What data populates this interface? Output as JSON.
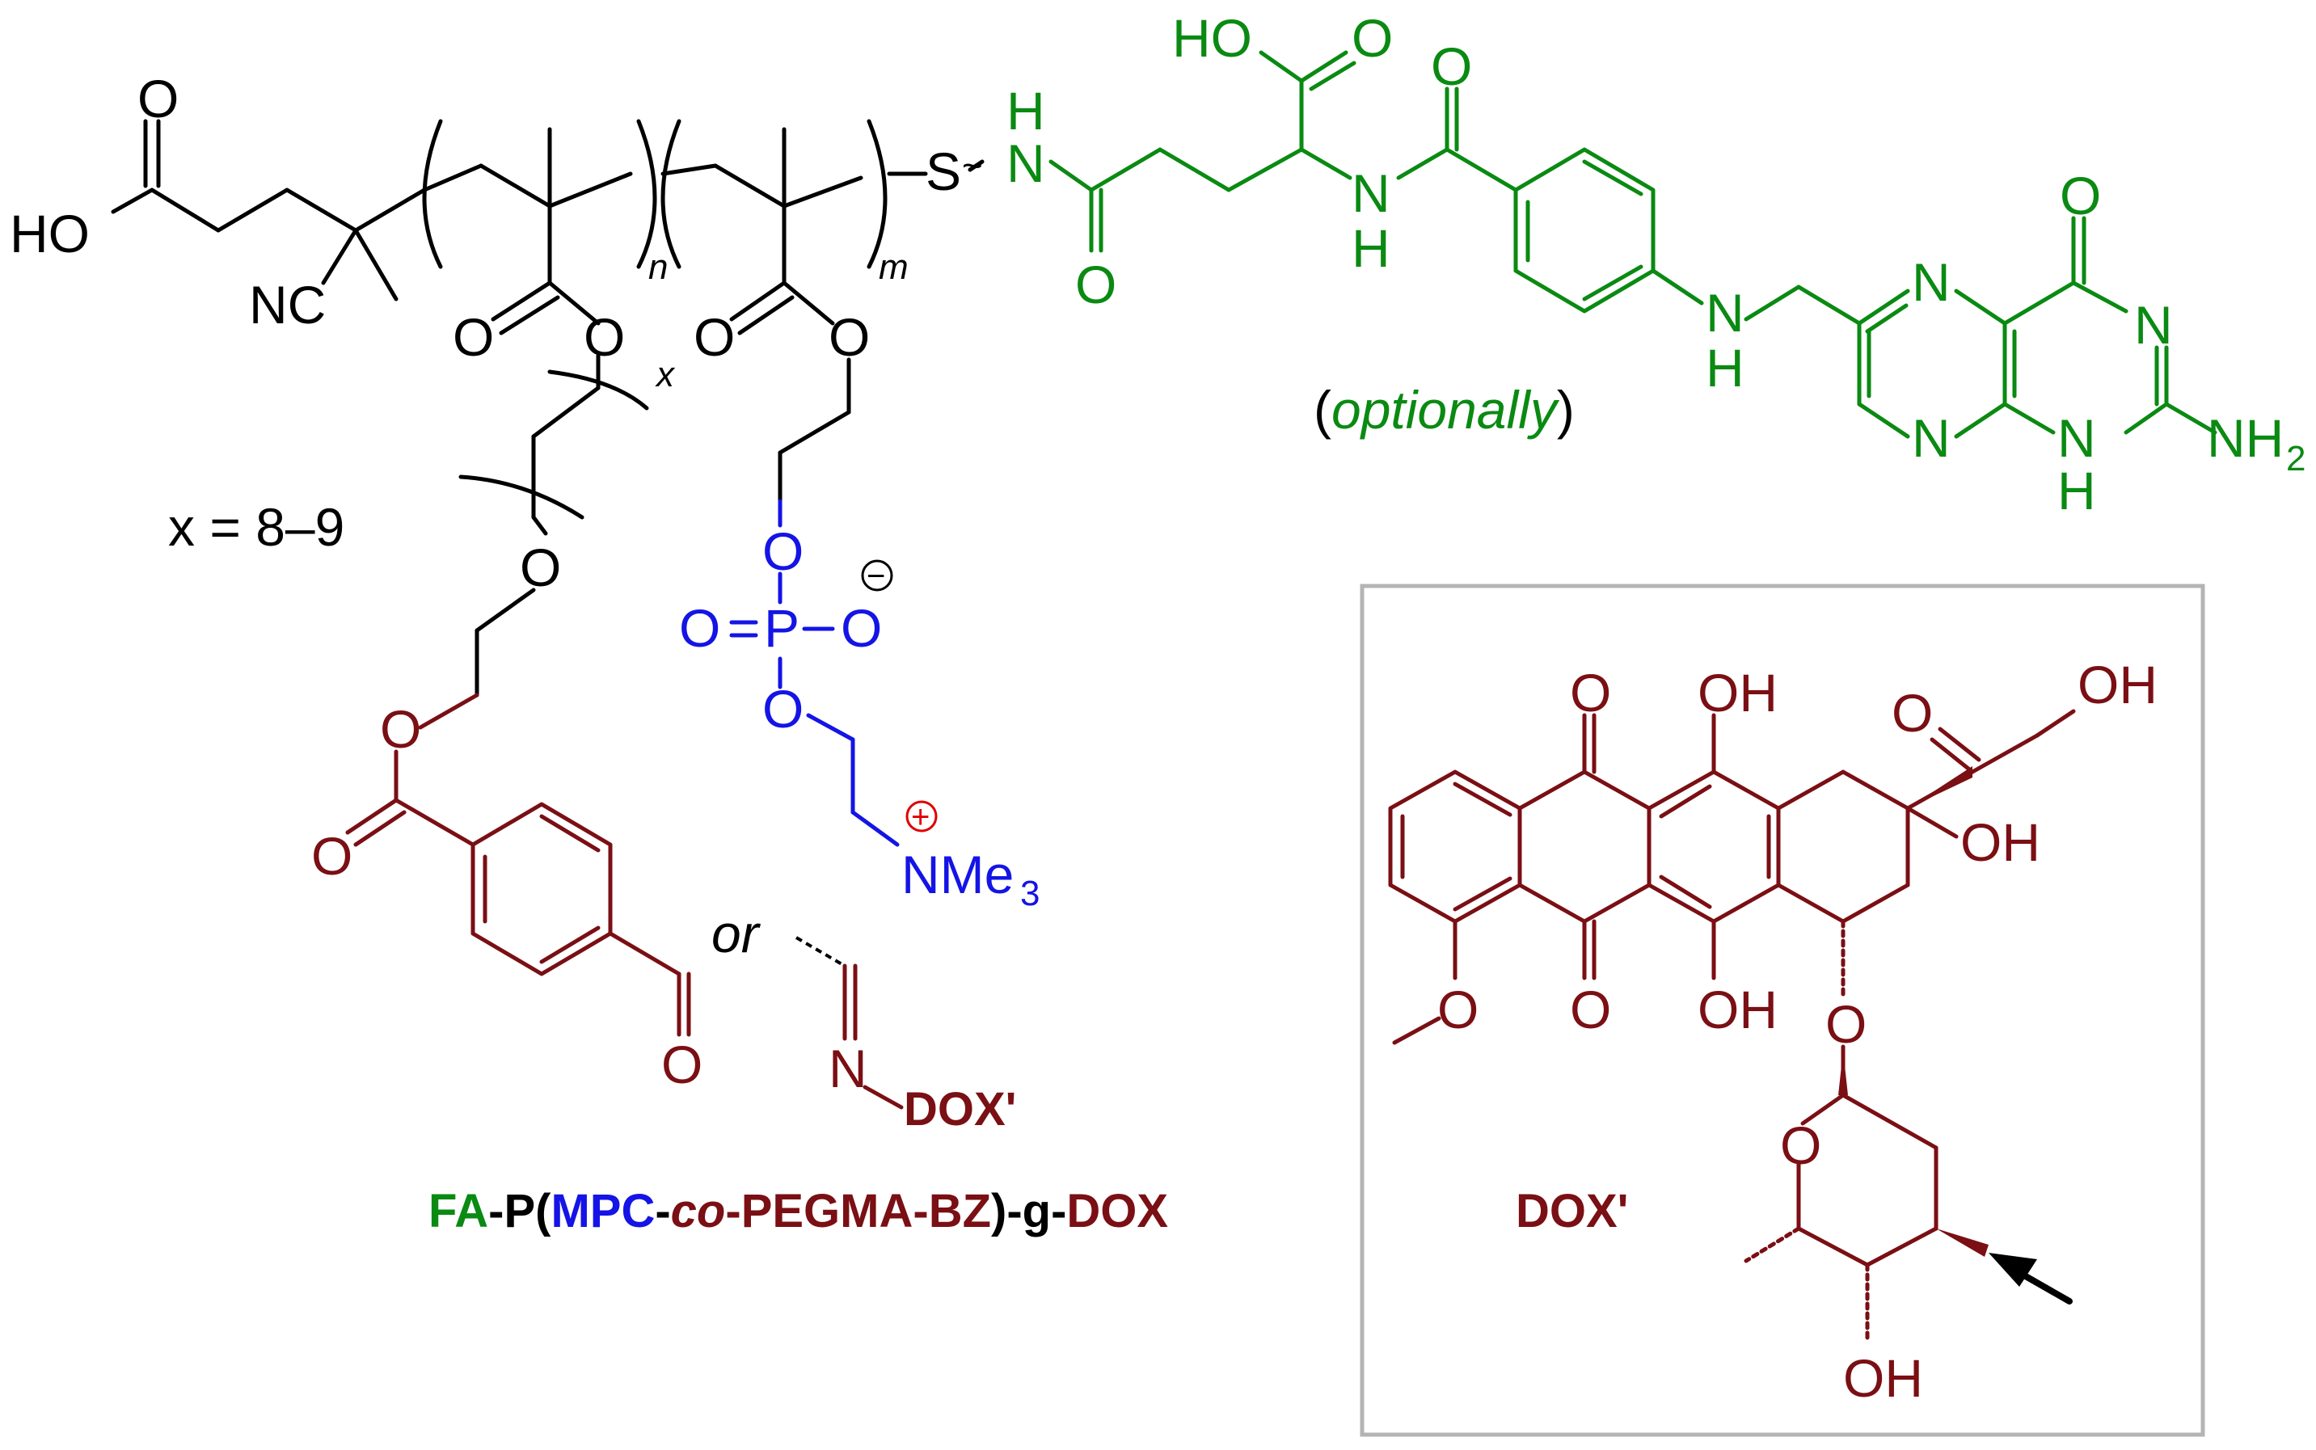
{
  "colors": {
    "black": "#000000",
    "green": "#0a8a12",
    "blue": "#1414e6",
    "maroon": "#7a0f14",
    "red": "#e00000",
    "box": "#b4b4b4"
  },
  "atoms": {
    "O": "O",
    "HO": "HO",
    "OH": "OH",
    "NC": "NC",
    "S": "S",
    "N": "N",
    "H": "H",
    "P": "P",
    "NMe": "NMe",
    "sub3": "3",
    "NH": "NH",
    "sub2": "2",
    "plus": "+",
    "minus": "−",
    "tilde": "~"
  },
  "subscripts": {
    "n": "n",
    "m": "m",
    "x": "x"
  },
  "annotations": {
    "x_range": "x = 8–9",
    "optionally_open": "(",
    "optionally": "optionally",
    "optionally_close": ")",
    "or": "or",
    "dox_prime_linked": "DOX'",
    "dox_prime_box": "DOX'"
  },
  "compound_label": {
    "fa": "FA",
    "p_open": "-P(",
    "mpc": "MPC",
    "dash1": "-",
    "co": "co",
    "dash2": "-",
    "pegma_bz": "PEGMA-BZ",
    "close_g": ")-g-",
    "dox": "DOX"
  }
}
